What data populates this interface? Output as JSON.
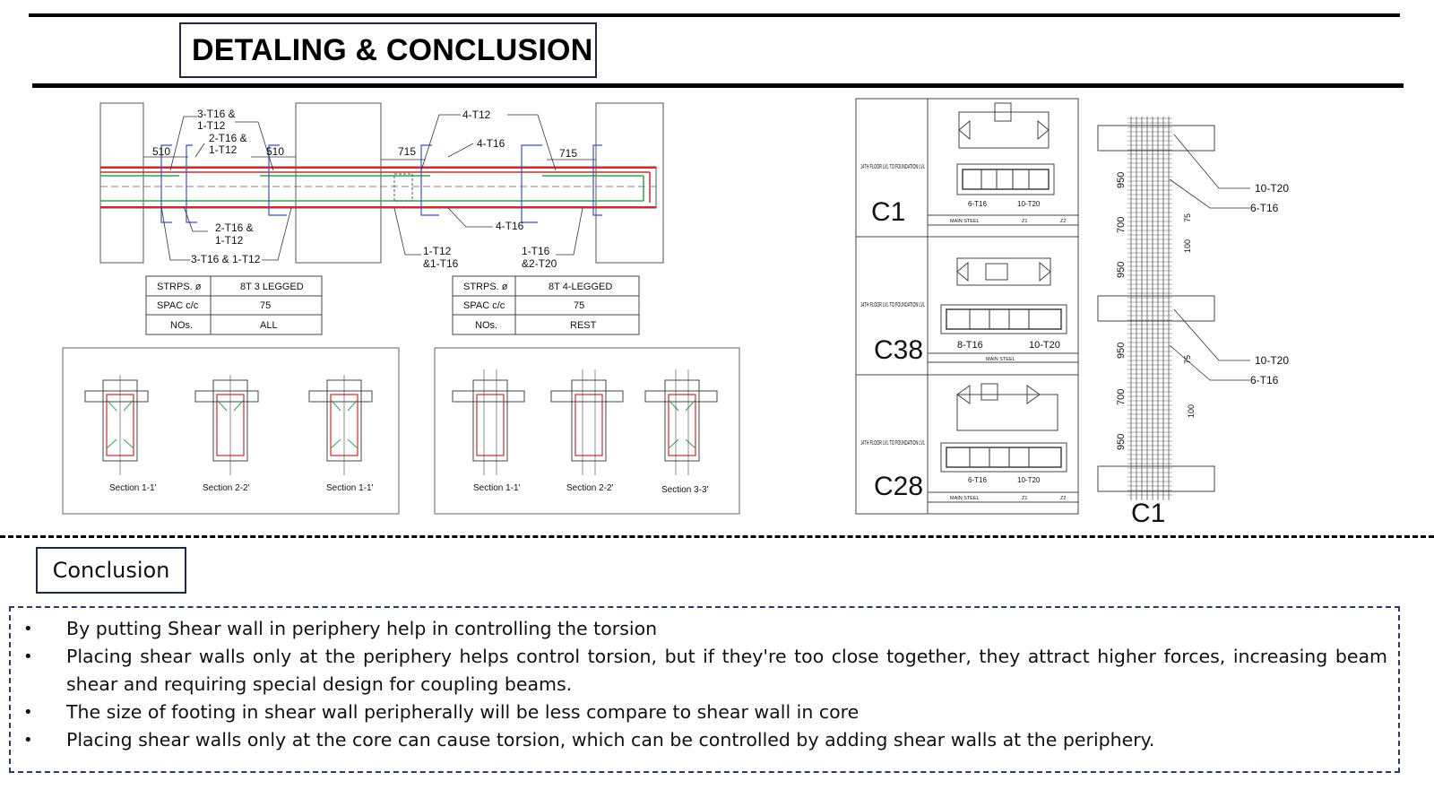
{
  "title": "DETALING & CONCLUSION",
  "beam_detail": {
    "labels": [
      "3-T16 &",
      "1-T12",
      "2-T16 &",
      "1-T12",
      "4-T12",
      "4-T16",
      "510",
      "510",
      "715",
      "715",
      "2-T16 &",
      "1-T12",
      "3-T16 & 1-T12",
      "4-T16",
      "1-T12",
      "&1-T16",
      "1-T16",
      "&2-T20"
    ],
    "table_left": [
      [
        "STRPS. ø",
        "8T 3 LEGGED"
      ],
      [
        "SPAC c/c",
        "75"
      ],
      [
        "NOs.",
        "ALL"
      ]
    ],
    "table_right": [
      [
        "STRPS. ø",
        "8T 4-LEGGED"
      ],
      [
        "SPAC c/c",
        "75"
      ],
      [
        "NOs.",
        "REST"
      ]
    ]
  },
  "sections_left": [
    "Section 1-1'",
    "Section 2-2'",
    "Section 1-1'"
  ],
  "sections_right": [
    "Section 1-1'",
    "Section 2-2'",
    "Section 3-3'"
  ],
  "column_schedule": {
    "rows": [
      {
        "level": "14TH FLOOR LVL TO FOUNDATION LVL",
        "name": "C1",
        "bars": [
          "6-T16",
          "10-T20"
        ],
        "footer": [
          "MAIN STEEL",
          "Z1",
          "Z2"
        ]
      },
      {
        "level": "14TH FLOOR LVL TO FOUNDATION LVL",
        "name": "C38",
        "bars": [
          "8-T16",
          "10-T20"
        ],
        "footer": [
          "MAIN STEEL"
        ]
      },
      {
        "level": "14TH FLOOR LVL TO FOUNDATION LVL",
        "name": "C28",
        "bars": [
          "6-T16",
          "10-T20"
        ],
        "footer": [
          "MAIN STEEL",
          "Z1",
          "Z2"
        ]
      }
    ]
  },
  "column_elevation": {
    "name": "C1",
    "labels": [
      "10-T20",
      "6-T16",
      "10-T20",
      "6-T16"
    ],
    "dims": [
      "950",
      "700",
      "950",
      "950",
      "700",
      "950",
      "75",
      "100",
      "75",
      "100"
    ]
  },
  "conclusion_heading": "Conclusion",
  "bullets": [
    "By putting Shear wall in periphery help in controlling the torsion",
    "Placing shear walls only at the periphery helps control torsion, but if they're too close together, they attract higher forces, increasing beam shear and requiring special design for coupling beams.",
    "The size of footing in shear wall peripherally will be less compare to shear wall in core",
    "Placing shear walls only at the core can cause torsion, which can be controlled by adding shear walls at the periphery."
  ],
  "bullet_symbol": "•",
  "colors": {
    "rebar_red": "#d6272b",
    "rebar_green": "#2aa84a",
    "stirrup_blue": "#3b4fd1",
    "frame_navy": "#1e2a44"
  }
}
